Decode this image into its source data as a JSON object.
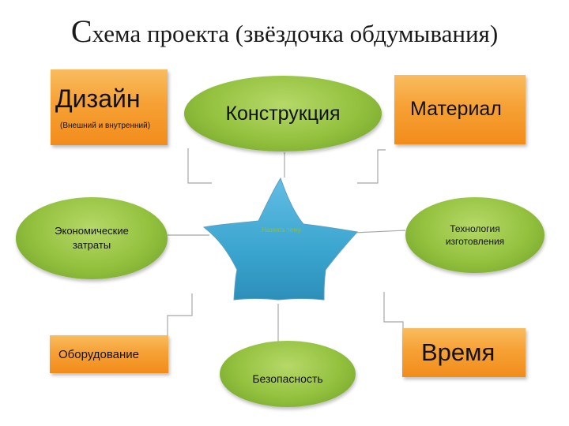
{
  "title": {
    "first_letter": "С",
    "rest": "хема проекта (звёздочка обдумывания)"
  },
  "nodes": {
    "design": {
      "label": "Дизайн",
      "sublabel": "(Внешний и внутренний)"
    },
    "construction": {
      "label": "Конструкция"
    },
    "material": {
      "label": "Материал"
    },
    "economic": {
      "label": "Экономические затраты"
    },
    "center": {
      "label": "Назвать тему"
    },
    "technology": {
      "label": "Технология изготовления"
    },
    "equipment": {
      "label": "Оборудование"
    },
    "safety": {
      "label": "Безопасность"
    },
    "time": {
      "label": "Время"
    }
  },
  "colors": {
    "box_orange": "#f6a135",
    "ellipse_green": "#93c13e",
    "star_blue": "#3aa5cf",
    "connector": "#a8a8a8",
    "center_text": "#8fbf2a"
  }
}
